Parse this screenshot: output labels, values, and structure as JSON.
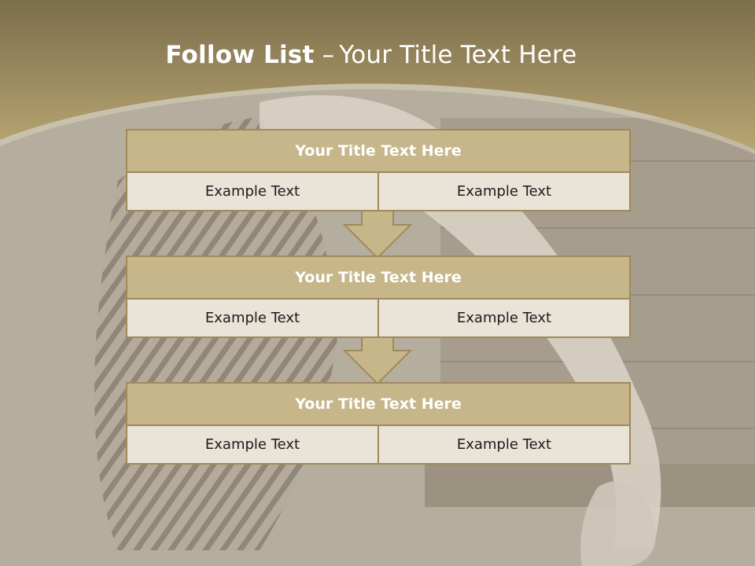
{
  "slide": {
    "title_bold": "Follow List",
    "title_sep": "–",
    "title_rest": "Your Title Text Here"
  },
  "blocks": [
    {
      "title": "Your Title Text Here",
      "left": "Example Text",
      "right": "Example Text"
    },
    {
      "title": "Your Title Text Here",
      "left": "Example Text",
      "right": "Example Text"
    },
    {
      "title": "Your Title Text Here",
      "left": "Example Text",
      "right": "Example Text"
    }
  ],
  "colors": {
    "header_band": "#b19e69",
    "box_title_fill": "#c6b68a",
    "box_cell_fill": "#e9e3d8",
    "box_border": "#9f8a5a",
    "arrow_fill": "#c6b68a"
  }
}
